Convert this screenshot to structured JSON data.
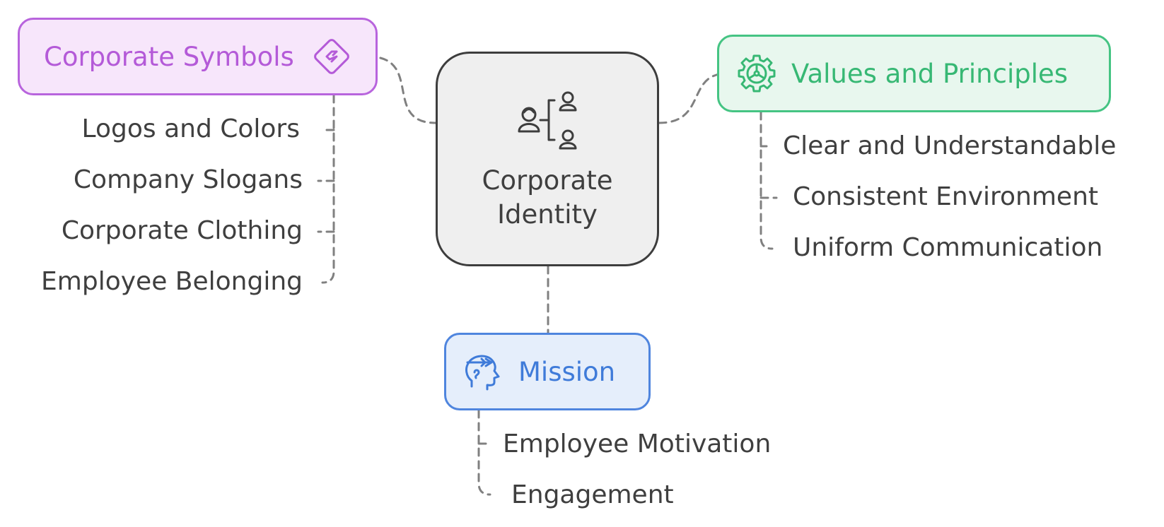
{
  "diagram": {
    "center": {
      "title_line1": "Corporate",
      "title_line2": "Identity",
      "icon": "org-chart-people-icon"
    },
    "branches": {
      "symbols": {
        "title": "Corporate Symbols",
        "icon": "diamond-sign-icon",
        "color": "#b864dd",
        "items": [
          "Logos and Colors",
          "Company Slogans",
          "Corporate Clothing",
          "Employee Belonging"
        ]
      },
      "values": {
        "title": "Values and Principles",
        "icon": "gear-icon",
        "color": "#45c483",
        "items": [
          "Clear and Understandable",
          "Consistent Environment",
          "Uniform Communication"
        ]
      },
      "mission": {
        "title": "Mission",
        "icon": "head-with-arrow-icon",
        "color": "#4f85de",
        "items": [
          "Employee Motivation",
          "Engagement"
        ]
      }
    }
  }
}
